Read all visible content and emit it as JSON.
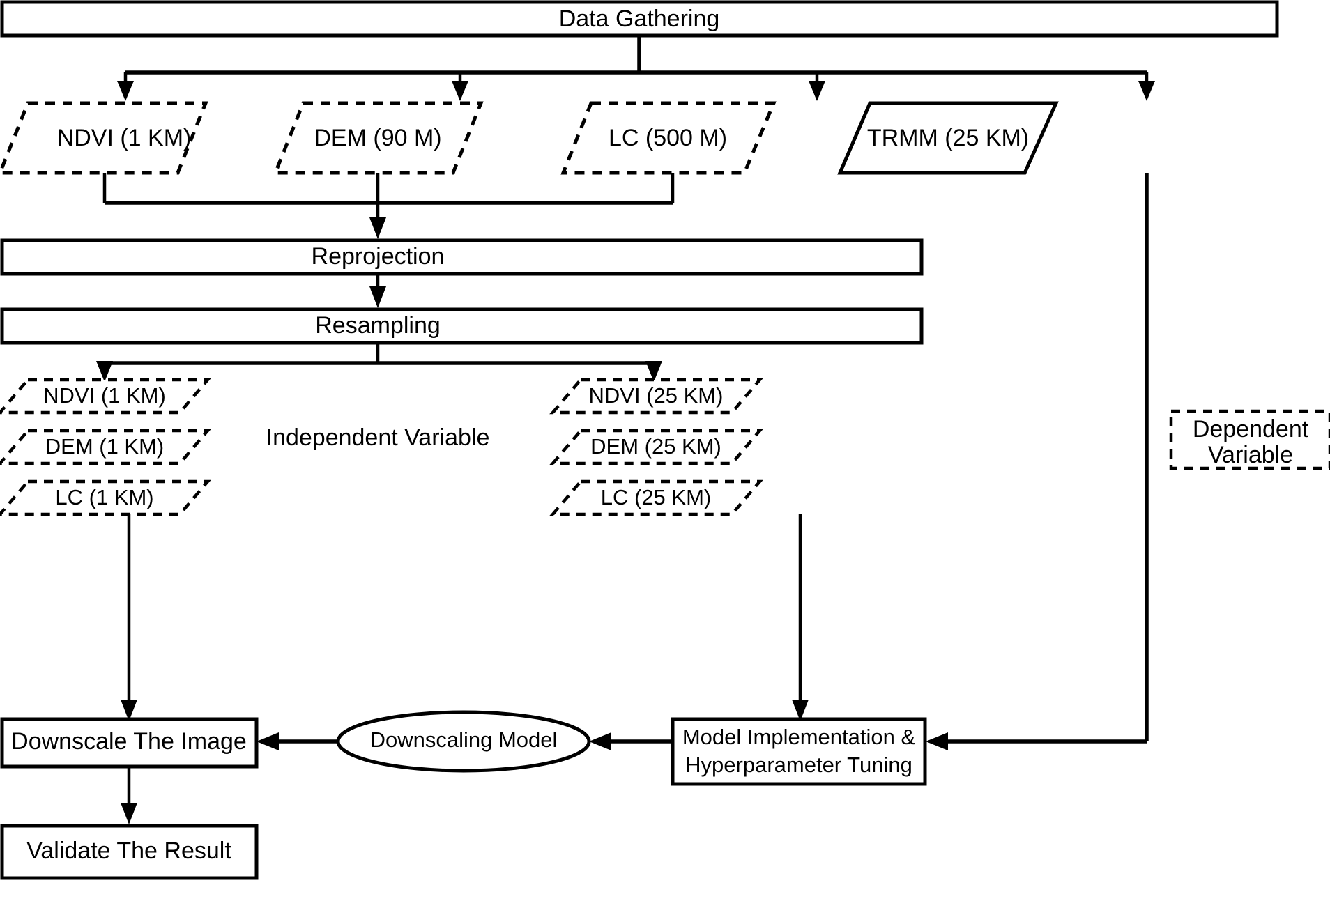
{
  "diagram": {
    "title_node": {
      "label": "Data Gathering"
    },
    "sources": [
      {
        "label": "NDVI (1 KM)",
        "style": "dashed"
      },
      {
        "label": "DEM (90 M)",
        "style": "dashed"
      },
      {
        "label": "LC (500 M)",
        "style": "dashed"
      },
      {
        "label": "TRMM (25 KM)",
        "style": "solid"
      }
    ],
    "processes": [
      {
        "label": "Reprojection"
      },
      {
        "label": "Resampling"
      }
    ],
    "independent_left": [
      {
        "label": "NDVI (1 KM)"
      },
      {
        "label": "DEM (1 KM)"
      },
      {
        "label": "LC (1 KM)"
      }
    ],
    "independent_right": [
      {
        "label": "NDVI (25 KM)"
      },
      {
        "label": "DEM (25 KM)"
      },
      {
        "label": "LC (25 KM)"
      }
    ],
    "annotations": {
      "independent_variable": "Independent Variable",
      "dependent_variable_line1": "Dependent",
      "dependent_variable_line2": "Variable"
    },
    "bottom": {
      "downscale_image": "Downscale The Image",
      "downscaling_model": "Downscaling Model",
      "model_impl_line1": "Model Implementation &",
      "model_impl_line2": "Hyperparameter Tuning",
      "validate_result": "Validate The Result"
    },
    "colors": {
      "stroke": "#000000",
      "fill": "#ffffff",
      "text": "#000000"
    }
  }
}
